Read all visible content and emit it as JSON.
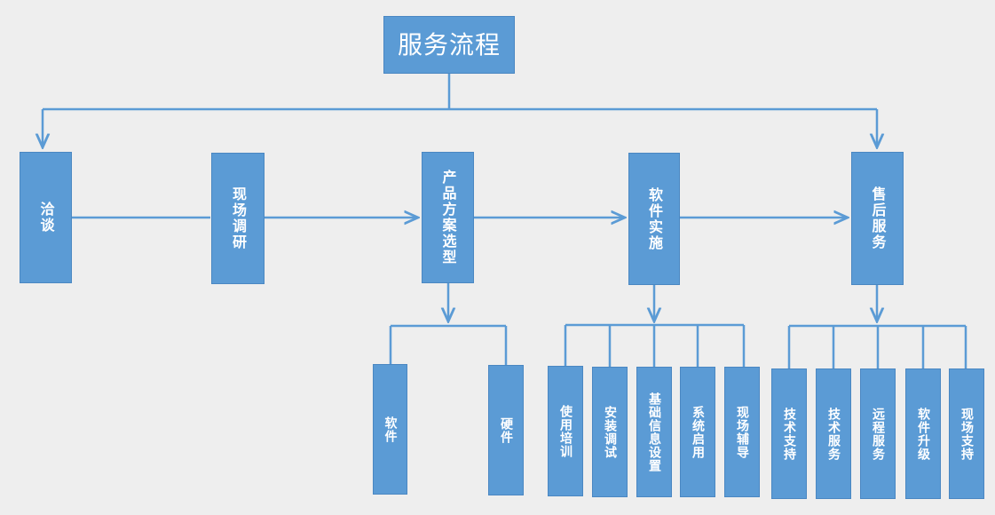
{
  "title": "服务流程",
  "stages": [
    {
      "id": "qiatan",
      "label": "洽谈"
    },
    {
      "id": "xianchang",
      "label": "现场调研"
    },
    {
      "id": "xuanxing",
      "label": "产品方案选型"
    },
    {
      "id": "shishi",
      "label": "软件实施"
    },
    {
      "id": "shouhou",
      "label": "售后服务"
    }
  ],
  "selection_children": [
    {
      "id": "ruanjian",
      "label": "软件"
    },
    {
      "id": "yingjian",
      "label": "硬件"
    }
  ],
  "implementation_children": [
    {
      "id": "peixun",
      "label": "使用培训"
    },
    {
      "id": "tiaoshi",
      "label": "安装调试"
    },
    {
      "id": "jichu",
      "label": "基础信息设置"
    },
    {
      "id": "qiyong",
      "label": "系统启用"
    },
    {
      "id": "fudao",
      "label": "现场辅导"
    }
  ],
  "aftersales_children": [
    {
      "id": "zhichi",
      "label": "技术支持"
    },
    {
      "id": "jishufuwu",
      "label": "技术服务"
    },
    {
      "id": "yuancheng",
      "label": "远程服务"
    },
    {
      "id": "shengji",
      "label": "软件升级"
    },
    {
      "id": "xianchangzhichi",
      "label": "现场支持"
    }
  ],
  "colors": {
    "box": "#5b9bd5",
    "line": "#5b9bd5",
    "background": "#eeeeee",
    "text": "#ffffff"
  }
}
